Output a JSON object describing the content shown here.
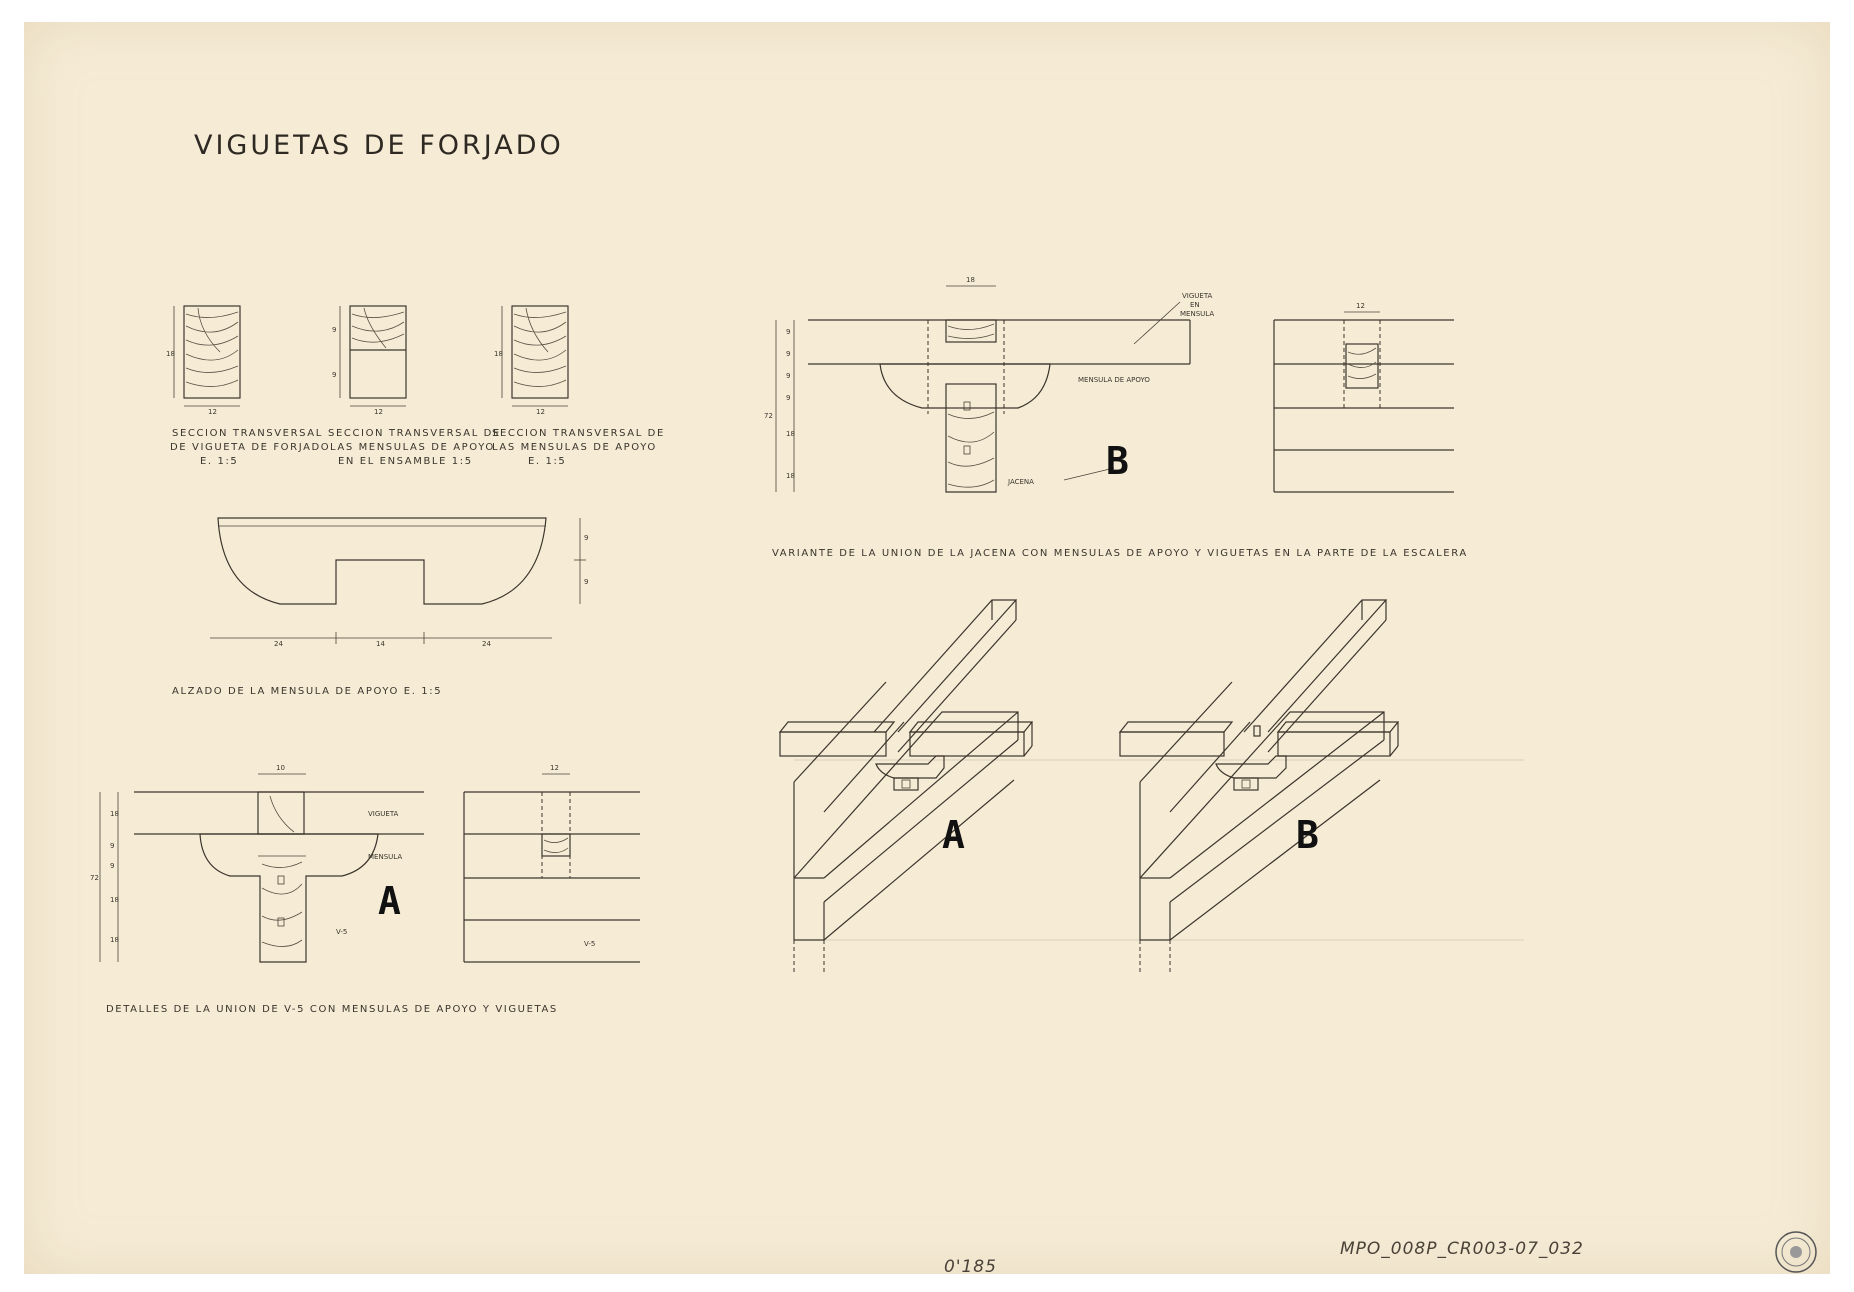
{
  "title": "VIGUETAS DE FORJADO",
  "sections": {
    "s1": {
      "line1": "SECCION TRANSVERSAL",
      "line2": "DE VIGUETA DE FORJADO",
      "line3": "E. 1:5",
      "h": "18",
      "w": "12"
    },
    "s2": {
      "line1": "SECCION TRANSVERSAL DE",
      "line2": "LAS MENSULAS DE APOYO",
      "line3": "EN EL ENSAMBLE   1:5",
      "h1": "9",
      "h2": "9",
      "w": "12"
    },
    "s3": {
      "line1": "SECCION TRANSVERSAL DE",
      "line2": "LAS MENSULAS DE APOYO",
      "line3": "E. 1:5",
      "h": "18",
      "w": "12"
    }
  },
  "alzado": {
    "caption": "ALZADO DE LA MENSULA DE APOYO    E. 1:5",
    "dims": [
      "24",
      "14",
      "24"
    ],
    "vdims": [
      "9",
      "9"
    ]
  },
  "detail_a": {
    "caption": "DETALLES DE LA UNION DE   V-5   CON MENSULAS DE APOYO Y VIGUETAS",
    "letter": "A",
    "labels": {
      "vigueta": "VIGUETA",
      "mensula": "MENSULA",
      "v5": "V-5",
      "v5b": "V-5"
    },
    "top_dim": "10",
    "right_top_dim": "12",
    "left_total": "72",
    "left_dims": [
      "18",
      "9",
      "9",
      "18",
      "18"
    ]
  },
  "detail_b": {
    "caption": "VARIANTE DE LA UNION DE LA JACENA CON MENSULAS DE APOYO Y VIGUETAS EN LA PARTE DE LA ESCALERA",
    "letter": "B",
    "labels": {
      "vigueta_1": "VIGUETA",
      "vigueta_2": "EN",
      "vigueta_3": "MENSULA",
      "mensula": "MENSULA DE APOYO",
      "jacena": "JACENA"
    },
    "top_dim": "18",
    "right_top_dim": "12",
    "left_total": "72",
    "left_dims": [
      "9",
      "9",
      "9",
      "9",
      "18",
      "18"
    ]
  },
  "iso": {
    "letter_a": "A",
    "letter_b": "B"
  },
  "archive_code": "MPO_008P_CR003-07_032",
  "pencil_note": "0'185"
}
